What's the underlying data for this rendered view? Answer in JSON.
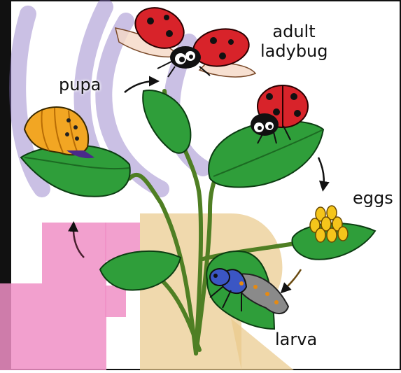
{
  "diagram": {
    "stages": [
      {
        "id": "adult",
        "label_line1": "adult",
        "label_line2": "ladybug"
      },
      {
        "id": "eggs",
        "label": "eggs"
      },
      {
        "id": "larva",
        "label": "larva"
      },
      {
        "id": "pupa",
        "label": "pupa"
      }
    ],
    "cycle_order": [
      "adult",
      "eggs",
      "larva",
      "pupa",
      "adult"
    ],
    "colors": {
      "leaf": "#2f9e3a",
      "stem": "#5a8a2a",
      "ladybug_red": "#d8232a",
      "pupa_orange": "#f2a623",
      "egg_yellow": "#f5c51b",
      "larva_blue": "#3b56c4",
      "watermark_pink": "#f08fc6",
      "watermark_tan": "#e9c98a",
      "watermark_purple": "#8a73c4"
    }
  }
}
